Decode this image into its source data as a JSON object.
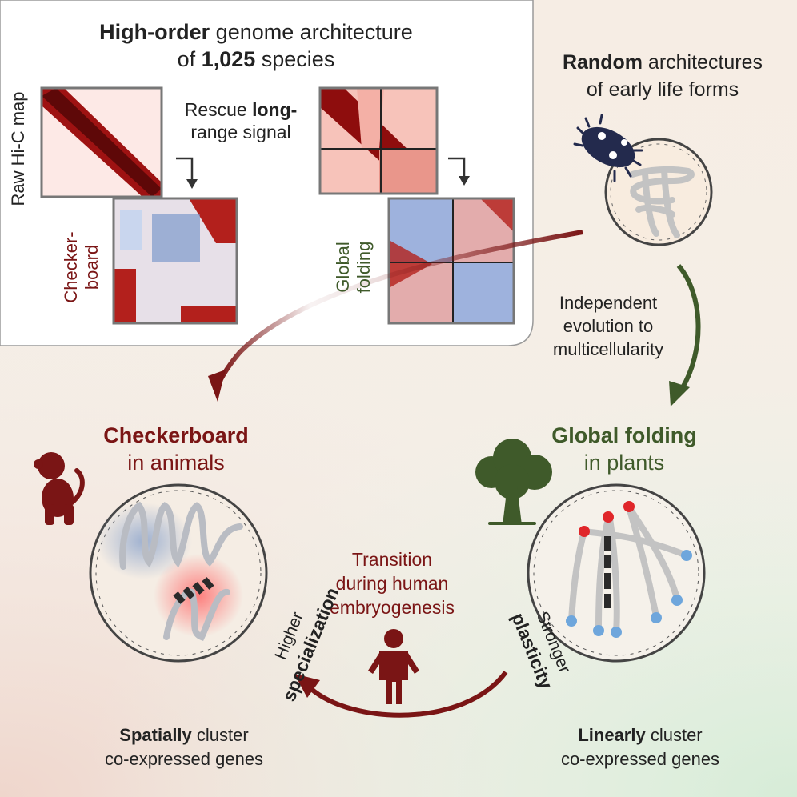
{
  "top_panel": {
    "title_bold": "High-order",
    "title_rest": " genome architecture",
    "subtitle_pre": "of ",
    "subtitle_bold": "1,025",
    "subtitle_post": " species",
    "raw_label": "Raw Hi-C map",
    "rescue_line1_pre": "Rescue ",
    "rescue_line1_bold": "long-",
    "rescue_line2": "range signal",
    "checker_label_l1": "Checker-",
    "checker_label_l2": "board",
    "global_label_l1": "Global",
    "global_label_l2": "folding"
  },
  "random": {
    "bold": "Random",
    "rest": " architectures",
    "line2": "of early life forms"
  },
  "independent": {
    "l1": "Independent",
    "l2": "evolution to",
    "l3": "multicellularity"
  },
  "checkerboard": {
    "title": "Checkerboard",
    "sub": "in animals",
    "rot_l1": "Higher",
    "rot_l2": "specialization",
    "bottom_bold": "Spatially",
    "bottom_rest": " cluster",
    "bottom_l2": "co-expressed genes"
  },
  "global": {
    "title": "Global folding",
    "sub": "in plants",
    "rot_l1": "Stronger",
    "rot_l2": "plasticity",
    "bottom_bold": "Linearly",
    "bottom_rest": " cluster",
    "bottom_l2": "co-expressed genes"
  },
  "transition": {
    "l1": "Transition",
    "l2": "during human",
    "l3": "embryogenesis"
  },
  "colors": {
    "dark_red": "#7a1515",
    "dark_green": "#3f5a2a",
    "hic_red": "#c0251f",
    "hic_blue": "#3b63b3",
    "dot_red": "#e0262a",
    "dot_blue": "#6ea6dc"
  },
  "icons": [
    "bacterium-icon",
    "monkey-icon",
    "tree-icon",
    "human-icon"
  ]
}
